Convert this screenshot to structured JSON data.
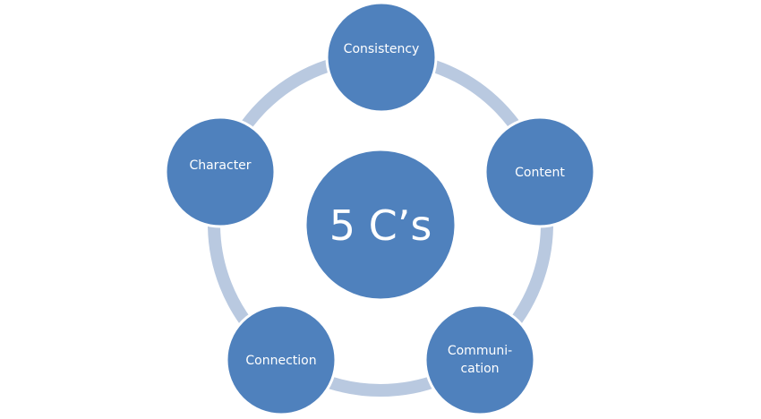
{
  "diagram": {
    "center_label": "5 C’s",
    "nodes": [
      {
        "label_lines": [
          "Consistency"
        ]
      },
      {
        "label_lines": [
          "Content"
        ]
      },
      {
        "label_lines": [
          "Communi-",
          "cation"
        ]
      },
      {
        "label_lines": [
          "Connection"
        ]
      },
      {
        "label_lines": [
          "Character"
        ]
      }
    ]
  },
  "colors": {
    "node_fill": "#4f81bd",
    "node_stroke": "#ffffff",
    "ring": "#b9c9e0",
    "text": "#ffffff",
    "background": "#ffffff"
  }
}
